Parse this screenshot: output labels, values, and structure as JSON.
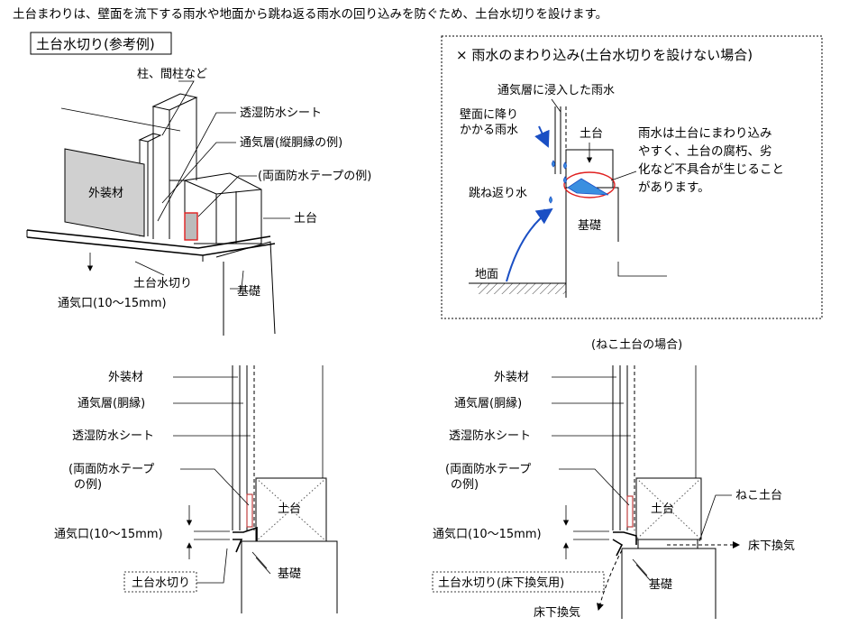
{
  "header": {
    "intro": "土台まわりは、壁面を流下する雨水や地面から跳ね返る雨水の回り込みを防ぐため、土台水切りを設けます。"
  },
  "perspective": {
    "title": "土台水切り(参考例)",
    "labels": {
      "pillar": "柱、間柱など",
      "sheet": "透湿防水シート",
      "vent_layer": "通気層(縦胴縁の例)",
      "tape": "(両面防水テープの例)",
      "sill": "土台",
      "cladding": "外装材",
      "flashing": "土台水切り",
      "foundation": "基礎",
      "vent_gap": "通気口(10～15mm)"
    }
  },
  "inset": {
    "title": "×  雨水のまわり込み(土台水切りを設けない場合)",
    "labels": {
      "vent_water": "通気層に浸入した雨水",
      "wall_rain_1": "壁面に降り",
      "wall_rain_2": "かかる雨水",
      "sill": "土台",
      "splash": "跳ね返り水",
      "foundation": "基礎",
      "ground": "地面"
    },
    "note": [
      "雨水は土台にまわり込み",
      "やすく、土台の腐朽、劣",
      "化など不具合が生じること",
      "があります。"
    ],
    "caption": "(ねこ土台の場合)"
  },
  "section_left": {
    "labels": {
      "cladding": "外装材",
      "vent_layer": "通気層(胴縁)",
      "sheet": "透湿防水シート",
      "tape_1": "(両面防水テープ",
      "tape_2": "の例)",
      "vent_gap": "通気口(10～15mm)",
      "flashing": "土台水切り",
      "sill": "土台",
      "foundation": "基礎"
    }
  },
  "section_right": {
    "labels": {
      "cladding": "外装材",
      "vent_layer": "通気層(胴縁)",
      "sheet": "透湿防水シート",
      "tape_1": "(両面防水テープ",
      "tape_2": "の例)",
      "vent_gap": "通気口(10～15mm)",
      "flashing": "土台水切り(床下換気用)",
      "sill": "土台",
      "neko": "ねこ土台",
      "underfloor_right": "床下換気",
      "underfloor_bottom": "床下換気",
      "foundation": "基礎"
    }
  },
  "colors": {
    "water": "#3a8fe0",
    "arrow": "#1a4fc4",
    "highlight": "#e02020",
    "cladding": "#d0d0d0"
  }
}
